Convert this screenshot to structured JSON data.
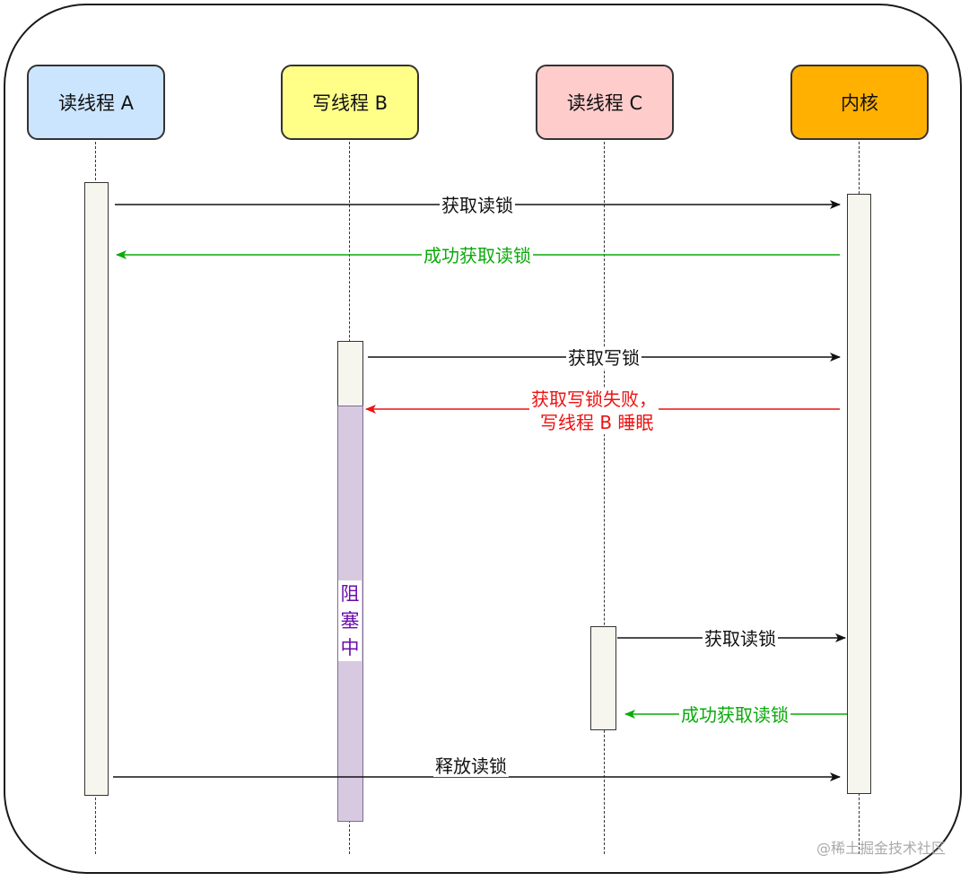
{
  "participants": [
    {
      "label": "读线程 A",
      "fill": "#cce5ff"
    },
    {
      "label": "写线程 B",
      "fill": "#ffff88"
    },
    {
      "label": "读线程 C",
      "fill": "#ffcccc"
    },
    {
      "label": "内核",
      "fill": "#ffb000"
    }
  ],
  "messages": [
    {
      "text": "获取读锁",
      "color": "black"
    },
    {
      "text": "成功获取读锁",
      "color": "green"
    },
    {
      "text": "获取写锁",
      "color": "black"
    },
    {
      "line1": "获取写锁失败，",
      "line2": "写线程 B 睡眠",
      "color": "red"
    },
    {
      "text": "获取读锁",
      "color": "black"
    },
    {
      "text": "成功获取读锁",
      "color": "green"
    },
    {
      "text": "释放读锁",
      "color": "black"
    }
  ],
  "blocked_state": {
    "chars": [
      "阻",
      "塞",
      "中"
    ]
  },
  "colors": {
    "black": "#111111",
    "green": "#0aaa0a",
    "red": "#ee1111",
    "blocked_fill": "#d6c9e0",
    "blocked_text": "#6a0dad"
  },
  "watermark": "@稀土掘金技术社区"
}
